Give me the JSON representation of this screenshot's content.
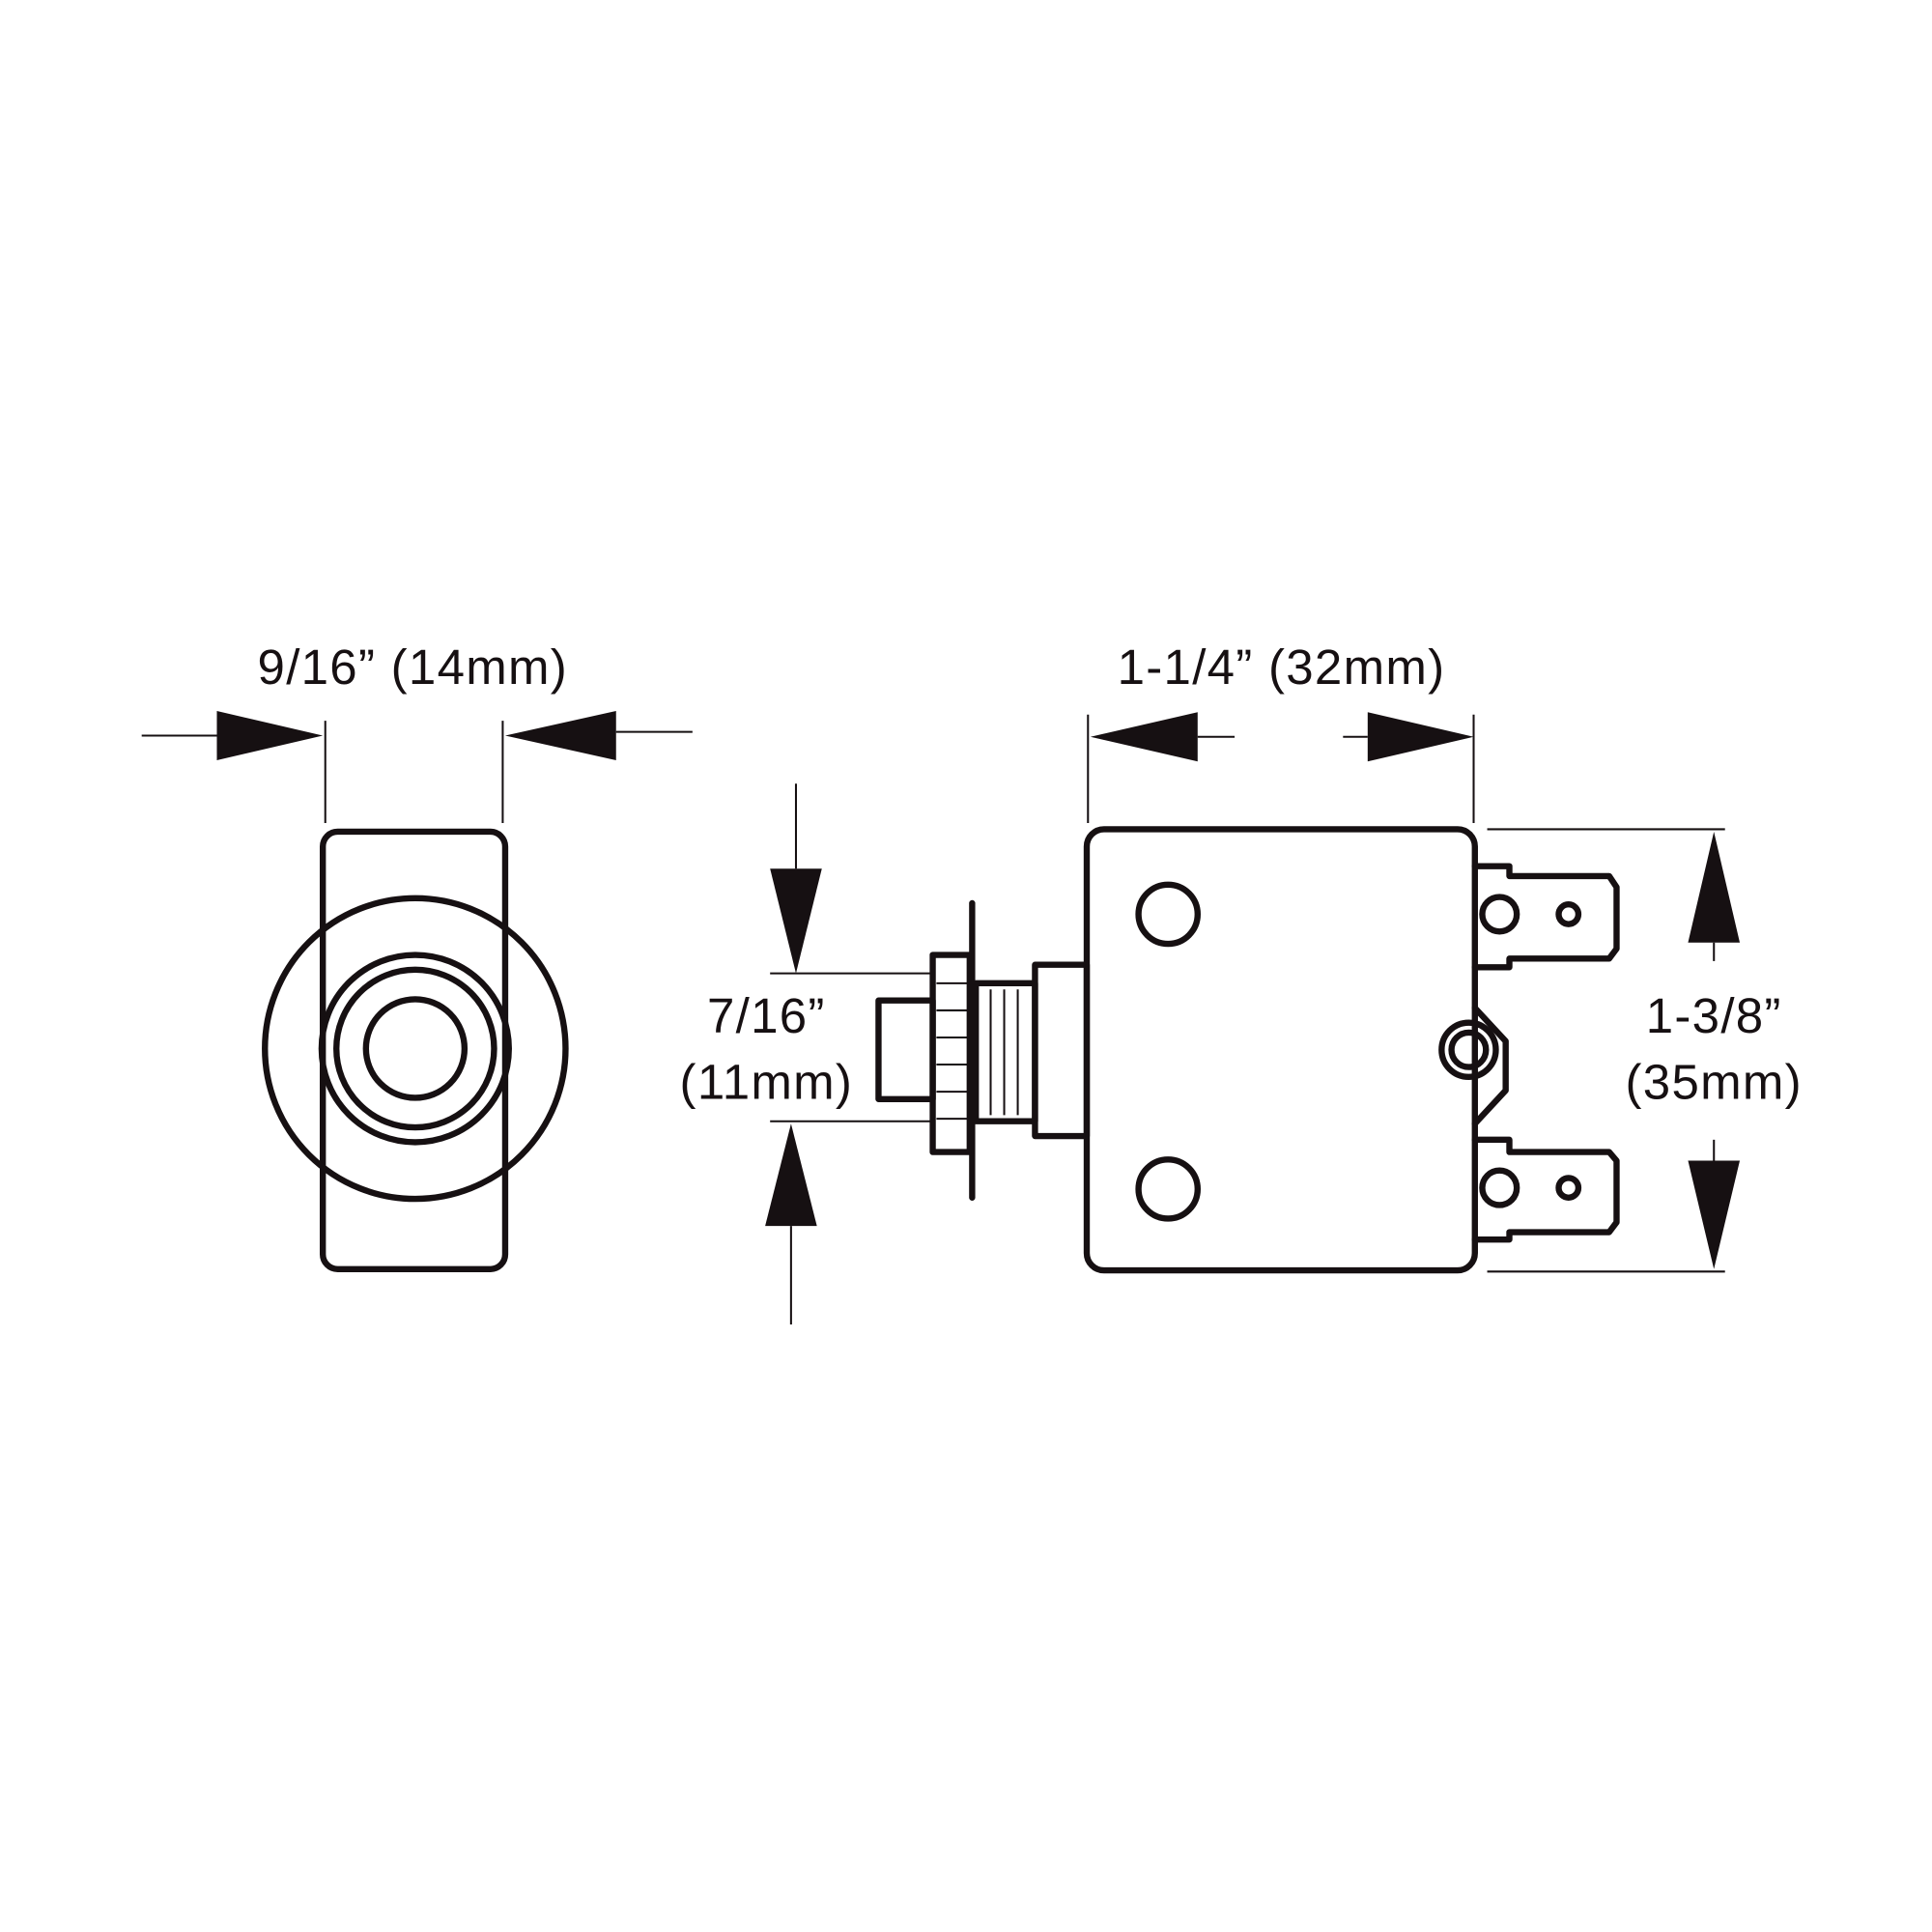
{
  "diagram": {
    "front_view": {
      "width_label": "9/16” (14mm)"
    },
    "side_view": {
      "body_length_label": "1-1/4” (32mm)",
      "bushing_label_line1": "7/16”",
      "bushing_label_line2": "(11mm)",
      "height_label_line1": "1-3/8”",
      "height_label_line2": "(35mm)"
    },
    "colors": {
      "line": "#161012",
      "background": "#ffffff"
    }
  }
}
